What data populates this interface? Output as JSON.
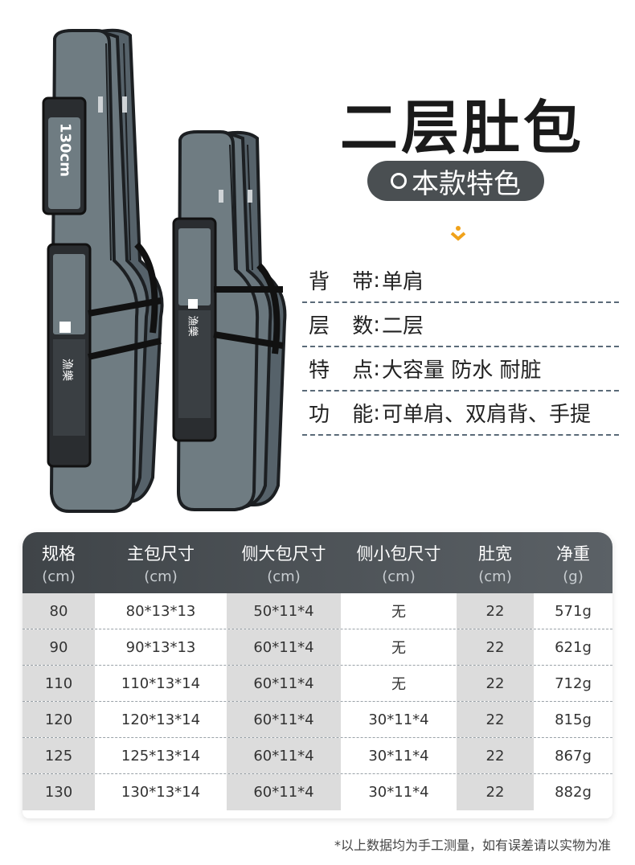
{
  "product": {
    "size_label": "130cm",
    "brand_text": "漁樂"
  },
  "title": "二层肚包",
  "badge": "本款特色",
  "colors": {
    "bag_body": "#6f7c82",
    "bag_edge": "#1c1f22",
    "header_dark": "#3f4448",
    "accent_arrow": "#f0a21a"
  },
  "features": [
    {
      "key": "背 带",
      "value": "单肩"
    },
    {
      "key": "层 数",
      "value": "二层"
    },
    {
      "key": "特 点",
      "value": "大容量 防水 耐脏"
    },
    {
      "key": "功 能",
      "value": "可单肩、双肩背、手提"
    }
  ],
  "table": {
    "headers": [
      {
        "label": "规格",
        "unit": "(cm)"
      },
      {
        "label": "主包尺寸",
        "unit": "(cm)"
      },
      {
        "label": "侧大包尺寸",
        "unit": "(cm)"
      },
      {
        "label": "侧小包尺寸",
        "unit": "(cm)"
      },
      {
        "label": "肚宽",
        "unit": "(cm)"
      },
      {
        "label": "净重",
        "unit": "(g)"
      }
    ],
    "rows": [
      [
        "80",
        "80*13*13",
        "50*11*4",
        "无",
        "22",
        "571g"
      ],
      [
        "90",
        "90*13*13",
        "60*11*4",
        "无",
        "22",
        "621g"
      ],
      [
        "110",
        "110*13*14",
        "60*11*4",
        "无",
        "22",
        "712g"
      ],
      [
        "120",
        "120*13*14",
        "60*11*4",
        "30*11*4",
        "22",
        "815g"
      ],
      [
        "125",
        "125*13*14",
        "60*11*4",
        "30*11*4",
        "22",
        "867g"
      ],
      [
        "130",
        "130*13*14",
        "60*11*4",
        "30*11*4",
        "22",
        "882g"
      ]
    ]
  },
  "note": "*以上数据均为手工测量，如有误差请以实物为准"
}
